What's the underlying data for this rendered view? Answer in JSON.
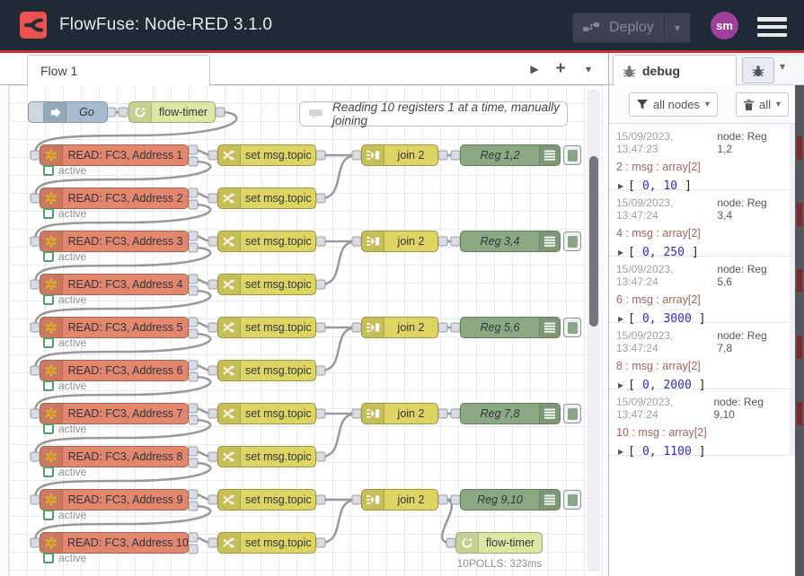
{
  "header": {
    "title": "FlowFuse: Node-RED 3.1.0",
    "deploy": "Deploy",
    "avatar": "sm"
  },
  "workspace_tabs": {
    "flow_tab": "Flow 1"
  },
  "sidebar": {
    "tab_label": "debug",
    "filter_button": "all nodes",
    "clear_button": "all",
    "messages": [
      {
        "timestamp": "15/09/2023, 13:47:23",
        "node": "node: Reg 1,2",
        "property": "2 : msg : array[2]",
        "open": "[",
        "numbers": "0, 10",
        "close": "]"
      },
      {
        "timestamp": "15/09/2023, 13:47:24",
        "node": "node: Reg 3,4",
        "property": "4 : msg : array[2]",
        "open": "[",
        "numbers": "0, 250",
        "close": "]"
      },
      {
        "timestamp": "15/09/2023, 13:47:24",
        "node": "node: Reg 5,6",
        "property": "6 : msg : array[2]",
        "open": "[",
        "numbers": "0, 3000",
        "close": "]"
      },
      {
        "timestamp": "15/09/2023, 13:47:24",
        "node": "node: Reg 7,8",
        "property": "8 : msg : array[2]",
        "open": "[",
        "numbers": "0, 2000",
        "close": "]"
      },
      {
        "timestamp": "15/09/2023, 13:47:24",
        "node": "node: Reg 9,10",
        "property": "10 : msg : array[2]",
        "open": "[",
        "numbers": "0, 1100",
        "close": "]"
      }
    ]
  },
  "flow": {
    "comment": "Reading 10 registers 1 at a time, manually joining",
    "inject": {
      "label": "Go"
    },
    "flow_timer_top": {
      "label": "flow-timer"
    },
    "flow_timer_bottom": {
      "label": "flow-timer",
      "status": "10POLLS: 323ms"
    },
    "read_nodes": [
      {
        "label": "READ: FC3, Address 1",
        "status": "active"
      },
      {
        "label": "READ: FC3, Address 2",
        "status": "active"
      },
      {
        "label": "READ: FC3, Address 3",
        "status": "active"
      },
      {
        "label": "READ: FC3, Address 4",
        "status": "active"
      },
      {
        "label": "READ: FC3, Address 5",
        "status": "active"
      },
      {
        "label": "READ: FC3, Address 6",
        "status": "active"
      },
      {
        "label": "READ: FC3, Address 7",
        "status": "active"
      },
      {
        "label": "READ: FC3, Address 8",
        "status": "active"
      },
      {
        "label": "READ: FC3, Address 9",
        "status": "active"
      },
      {
        "label": "READ: FC3, Address 10",
        "status": "active"
      }
    ],
    "change_nodes": [
      "set msg.topic",
      "set msg.topic",
      "set msg.topic",
      "set msg.topic",
      "set msg.topic",
      "set msg.topic",
      "set msg.topic",
      "set msg.topic",
      "set msg.topic",
      "set msg.topic"
    ],
    "join_nodes": [
      "join 2",
      "join 2",
      "join 2",
      "join 2",
      "join 2"
    ],
    "debug_nodes": [
      "Reg 1,2",
      "Reg 3,4",
      "Reg 5,6",
      "Reg 7,8",
      "Reg 9,10"
    ],
    "colors": {
      "read": "#e2876d",
      "change": "#ded463",
      "join": "#ded463",
      "debug": "#8aa982",
      "inject": "#a6bbcf",
      "flow_timer": "#dbe7a4",
      "wire": "#999999",
      "header_bg": "#1f2a37",
      "accent_red": "#c62f2f",
      "avatar_bg": "#9e3f9c",
      "status_green": "#53a065"
    }
  }
}
